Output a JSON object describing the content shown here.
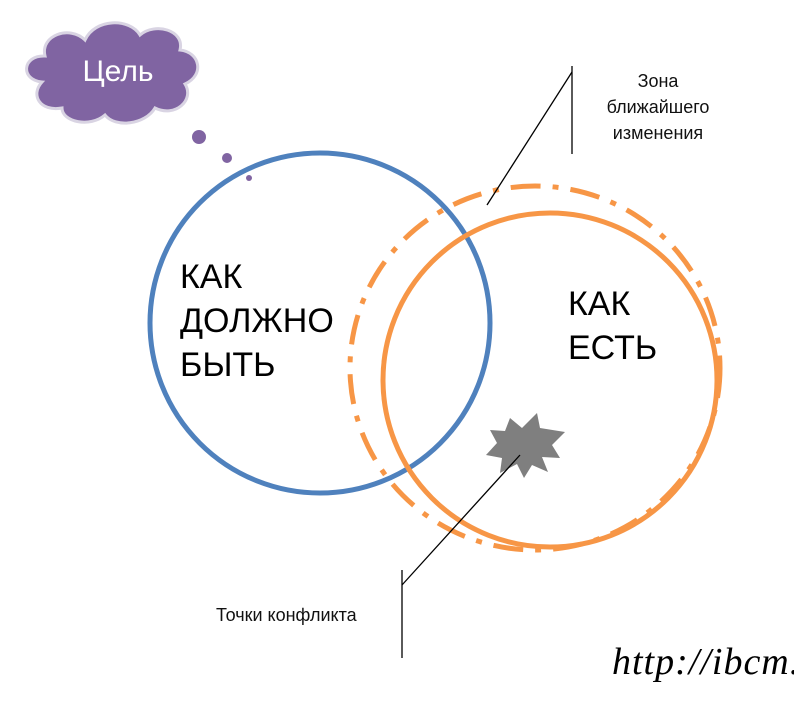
{
  "cloud": {
    "label": "Цель",
    "color": "#8064A2"
  },
  "left_circle": {
    "lines": [
      "КАК",
      "ДОЛЖНО",
      "БЫТЬ"
    ],
    "color": "#4F81BD"
  },
  "right_circle": {
    "lines": [
      "КАК",
      "ЕСТЬ"
    ],
    "color": "#F79646"
  },
  "zone_label": {
    "lines": [
      "Зона",
      "ближайшего",
      "изменения"
    ]
  },
  "conflict_label": "Точки конфликта",
  "conflict_marker": {
    "color": "#7F7F7F"
  },
  "url": "http://ibcm.biz"
}
